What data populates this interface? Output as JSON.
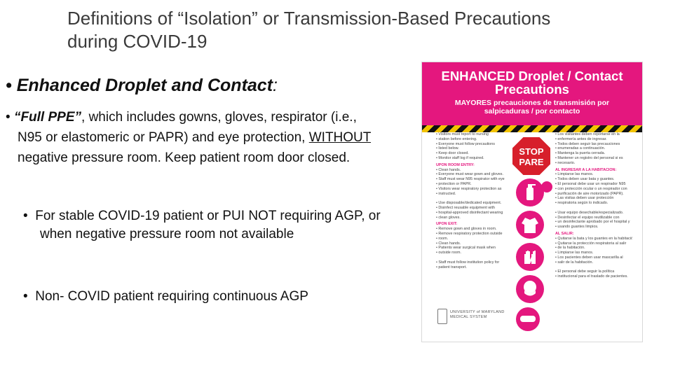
{
  "slide": {
    "title_line1": "Definitions of “Isolation” or Transmission-Based Precautions",
    "title_line2": "during COVID-19",
    "main_bullet_mark": "•",
    "main_bullet_text": "Enhanced Droplet and Contact",
    "main_bullet_colon": ":",
    "ppe": {
      "mark": "•",
      "lead": "“Full PPE”",
      "part1": ", which includes gowns, gloves, respirator (i.e., N95 or elastomeric or PAPR) and eye protection, ",
      "underlined": "WITHOUT",
      "part2": " negative pressure room. Keep patient room door closed."
    },
    "sub_bullets": [
      {
        "mark": "•",
        "text": "For stable COVID-19 patient or PUI NOT requiring AGP, or when negative pressure room not available"
      },
      {
        "mark": "•",
        "text": "Non- COVID patient requiring continuous AGP"
      }
    ]
  },
  "poster": {
    "title_line1": "ENHANCED Droplet / Contact",
    "title_line2": "Precautions",
    "subtitle": "MAYORES precauciones de transmisión por salpicaduras / por contacto",
    "stop_line1": "STOP",
    "stop_line2": "PARE",
    "left_col": {
      "intro": [
        "Visitors must report to nursing",
        "station before entering.",
        "Everyone must follow precautions",
        "listed below.",
        "Keep door closed.",
        "Monitor staff log if required."
      ],
      "entry_header": "UPON ROOM ENTRY:",
      "entry": [
        "Clean hands.",
        "Everyone must wear gown and gloves.",
        "Staff must wear N95 respirator with eye",
        "protection or PAPR.",
        "Visitors wear respiratory protection as",
        "instructed.",
        "",
        "Use disposable/dedicated equipment.",
        "Disinfect reusable equipment with",
        "hospital-approved disinfectant wearing",
        "clean gloves."
      ],
      "exit_header": "UPON EXIT:",
      "exit": [
        "Remove gown and gloves in room.",
        "Remove respiratory protection outside",
        "room.",
        "Clean hands.",
        "Patients wear surgical mask when",
        "outside room.",
        "",
        "Staff must follow institution policy for",
        "patient transport."
      ]
    },
    "right_col": {
      "intro": [
        "Los visitantes deben reportarse en la",
        "enfermería antes de ingresar.",
        "Todos deben seguir las precauciones",
        "enumeradas a continuación.",
        "Mantenga la puerta cerrada.",
        "Mantener un registro del personal si es",
        "necesario."
      ],
      "entry_header": "AL INGRESAR A LA HABITACIÓN:",
      "entry": [
        "Limpiarse las manos.",
        "Todos deben usar bata y guantes.",
        "El personal debe usar un respirador N95",
        "con protección ocular o un respirador con",
        "purificación de aire motorizado (PAPR).",
        "Las visitas deben usar protección",
        "respiratoria según lo indicado.",
        "",
        "Usar equipo desechable/especializado.",
        "Desinfectar el equipo reutilizable con",
        "un desinfectante aprobado por el hospital y",
        "usando guantes limpios."
      ],
      "exit_header": "AL SALIR:",
      "exit": [
        "Quitarse la bata y los guantes en la habitación.",
        "Quitarse la protección respiratoria al salir",
        "de la habitación.",
        "Limpiarse las manos.",
        "Los pacientes deben usar mascarilla al",
        "salir de la habitación.",
        "",
        "El personal debe seguir la política",
        "institucional para el traslado de pacientes."
      ]
    },
    "logo_line1": "UNIVERSITY of MARYLAND",
    "logo_line2": "MEDICAL SYSTEM",
    "colors": {
      "accent": "#e4177e",
      "stop_red": "#d71f2b",
      "hazard_yellow": "#f2c300"
    },
    "icons": [
      "stop-sign-icon",
      "hand-sanitizer-icon",
      "people-icon",
      "gown-icon",
      "gloves-icon",
      "n95-respirator-icon",
      "face-shield-icon",
      "goggles-icon",
      "clean-hands-icon"
    ]
  }
}
